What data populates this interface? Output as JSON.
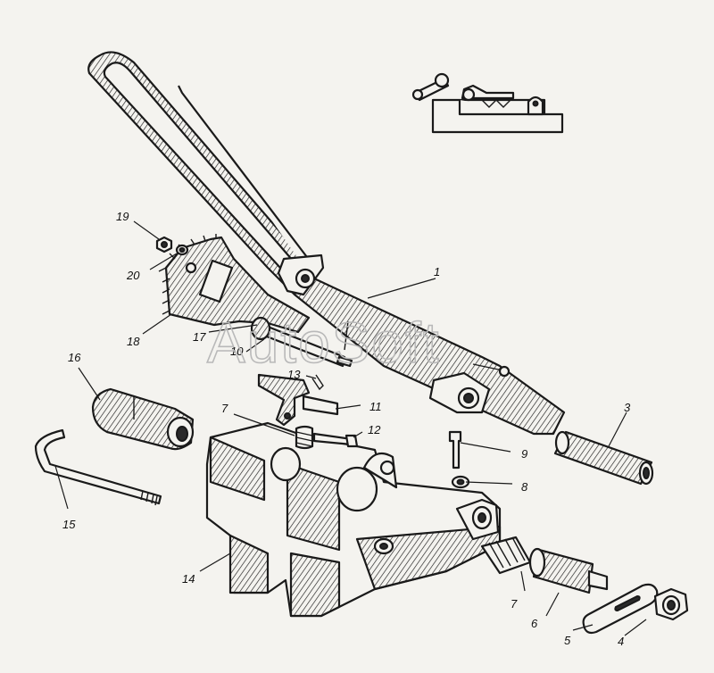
{
  "watermark": "AutoSoft",
  "callouts": [
    "1",
    "3",
    "4",
    "5",
    "6",
    "7",
    "7",
    "8",
    "9",
    "10",
    "11",
    "12",
    "13",
    "14",
    "15",
    "16",
    "17",
    "18",
    "19",
    "20"
  ],
  "colors": {
    "ink": "#1a1a1a",
    "paper": "#f4f3ef",
    "watermark": "#b9b9b9"
  }
}
